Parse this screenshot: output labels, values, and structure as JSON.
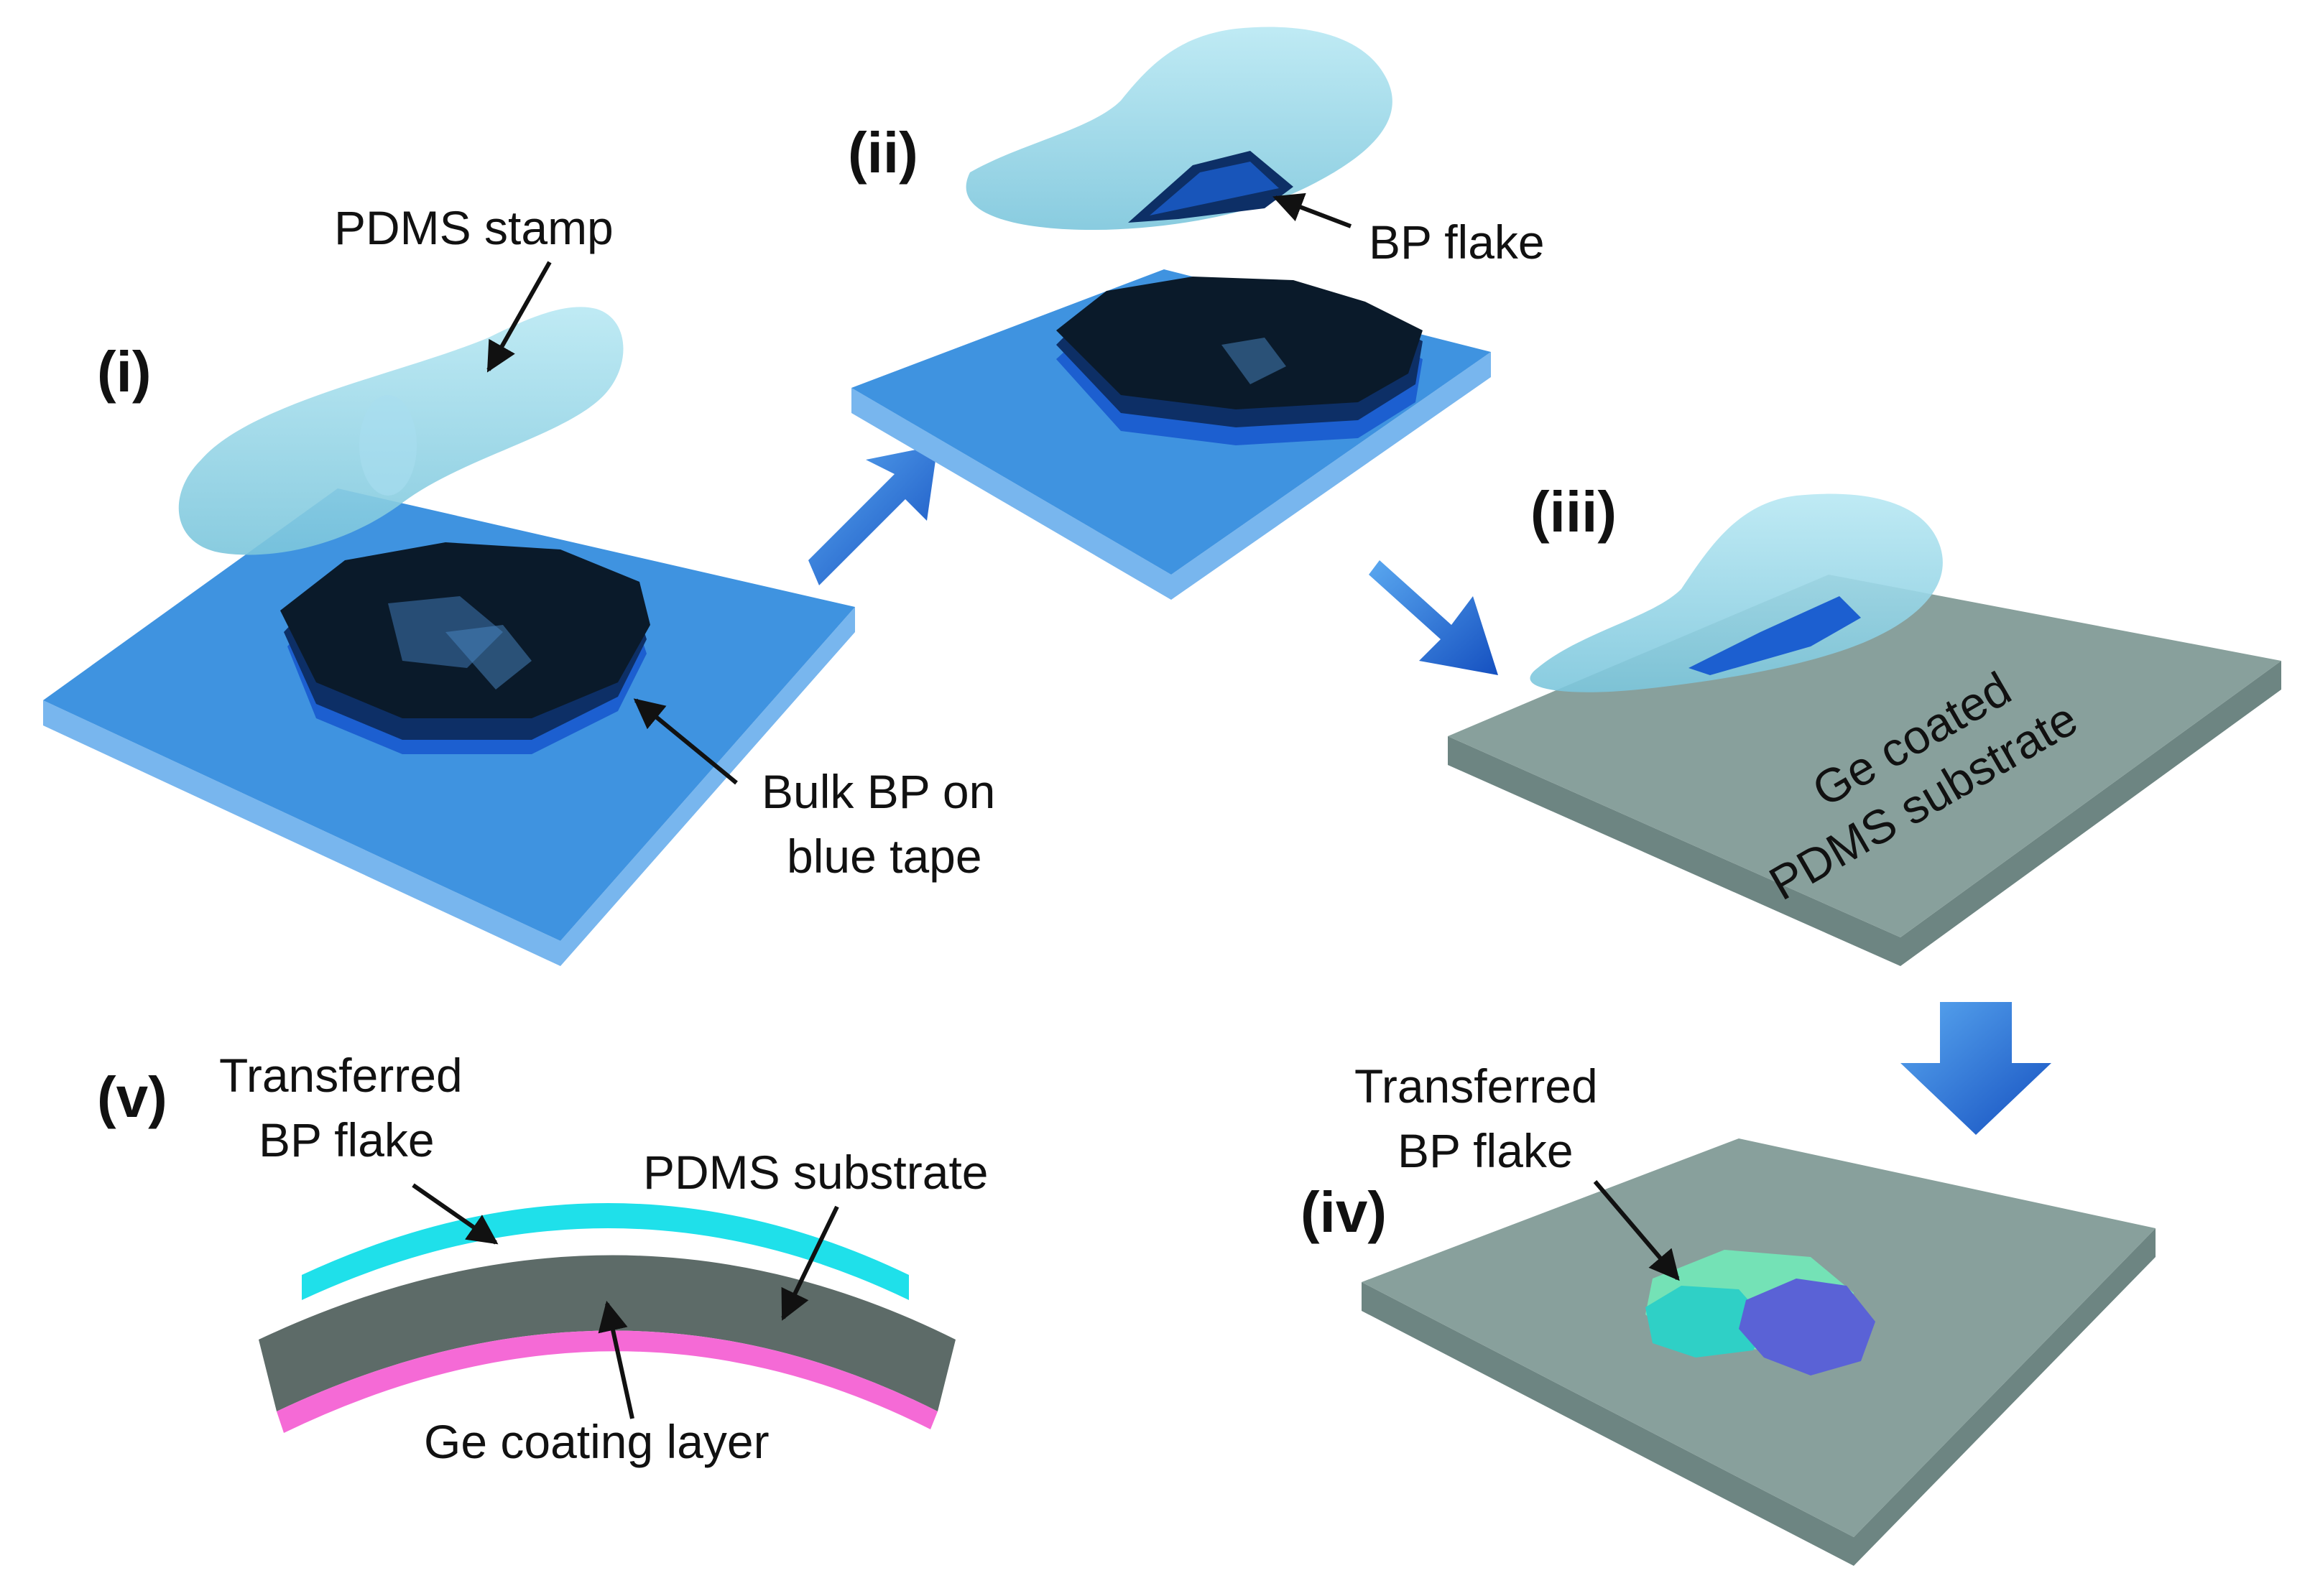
{
  "steps": {
    "i": "(i)",
    "ii": "(ii)",
    "iii": "(iii)",
    "iv": "(iv)",
    "v": "(v)"
  },
  "labels": {
    "pdms_stamp": "PDMS stamp",
    "bulk_bp_line1": "Bulk BP on",
    "bulk_bp_line2": "blue tape",
    "bp_flake": "BP flake",
    "ge_coated_line1": "Ge coated",
    "ge_coated_line2": "PDMS substrate",
    "transferred_iv_line1": "Transferred",
    "transferred_iv_line2": "BP flake",
    "transferred_v_line1": "Transferred",
    "transferred_v_line2": "BP flake",
    "pdms_substrate": "PDMS substrate",
    "ge_coating_layer": "Ge coating layer"
  },
  "colors": {
    "blue_tape": "#3f93e0",
    "blue_tape_edge": "#78b6ee",
    "pdms_stamp": "#8fd3e6",
    "bulk_bp": "#0a1a2a",
    "bp_edge": "#1c5fd0",
    "ge_substrate": "#88a09c",
    "ge_substrate_edge": "#6d8582",
    "flake_green": "#74e2b6",
    "flake_teal": "#2fd0c6",
    "flake_purple": "#5a62d6",
    "arrow_blue": "#1f6fd6",
    "cross_bp": "#1fe0ea",
    "cross_pdms": "#5d6b68",
    "cross_ge": "#f56ad6"
  }
}
